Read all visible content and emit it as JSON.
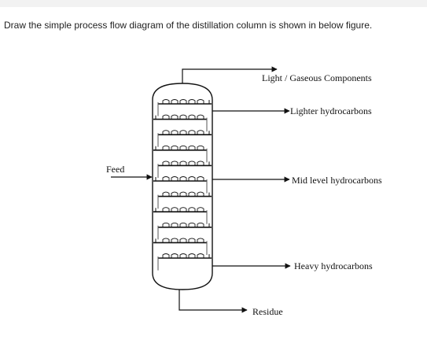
{
  "question": "Draw the simple process flow diagram of the distillation column is shown in below figure.",
  "diagram": {
    "labels": {
      "feed": "Feed",
      "top": "Light / Gaseous Components",
      "lighter": "Lighter hydrocarbons",
      "mid": "Mid level hydrocarbons",
      "heavy": "Heavy hydrocarbons",
      "residue": "Residue"
    },
    "tray_count": 11
  }
}
